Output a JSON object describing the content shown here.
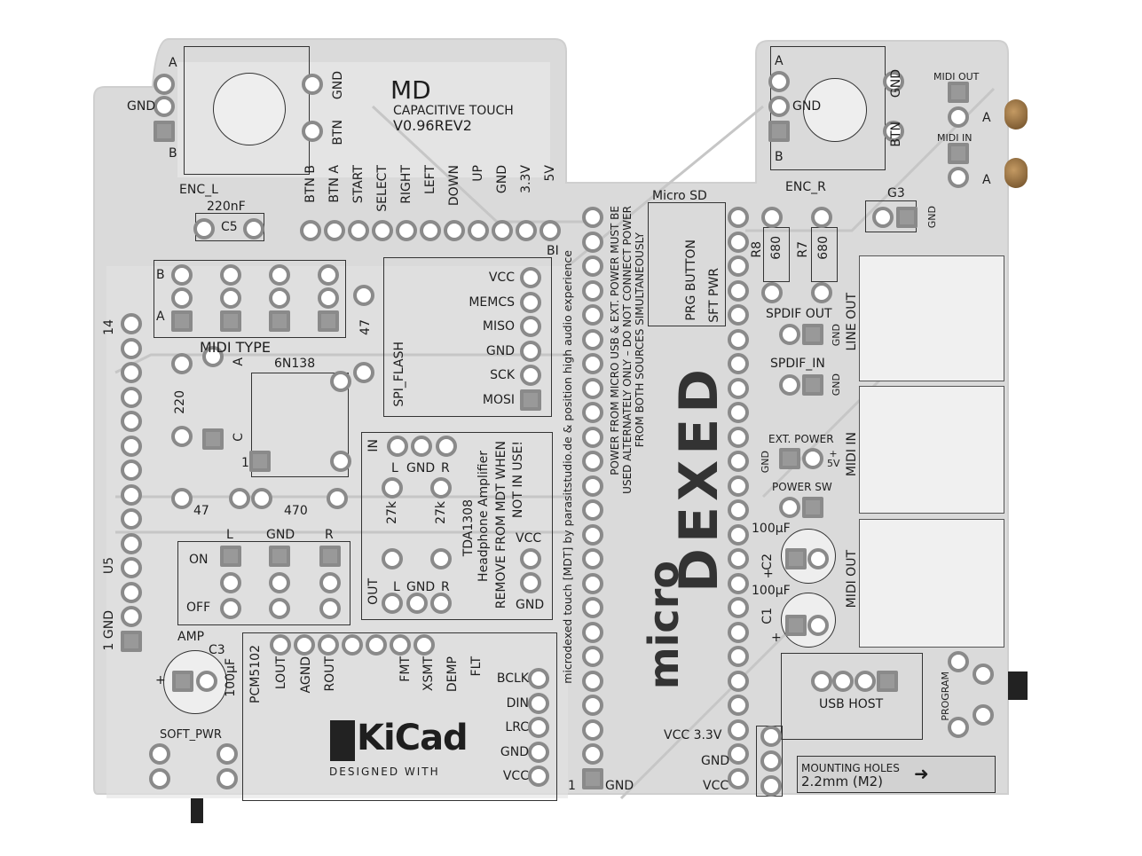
{
  "title": {
    "name": "MD",
    "subtitle": "CAPACITIVE TOUCH",
    "version": "V0.96REV2"
  },
  "enc_left": {
    "name": "ENC_L",
    "a": "A",
    "gnd": "GND",
    "b": "B",
    "gnd2": "GND",
    "btn": "BTN"
  },
  "enc_right": {
    "name": "ENC_R",
    "a": "A",
    "gnd": "GND",
    "b": "B",
    "gnd2": "GND",
    "btn": "BTN"
  },
  "c5": {
    "value": "220nF",
    "ref": "C5"
  },
  "header_pins": [
    "BTN B",
    "BTN A",
    "START",
    "SELECT",
    "RIGHT",
    "LEFT",
    "DOWN",
    "UP",
    "GND",
    "3.3V",
    "5V"
  ],
  "bi": "BI",
  "spi_flash": {
    "title": "SPI_FLASH",
    "pins": [
      "VCC",
      "MEMCS",
      "MISO",
      "GND",
      "SCK",
      "MOSI"
    ]
  },
  "midi_type": {
    "title": "MIDI TYPE",
    "b": "B",
    "a": "A"
  },
  "optocoupler": {
    "name": "6N138",
    "a": "A",
    "c": "C",
    "pin1": "1"
  },
  "resistors": {
    "r220": "220",
    "r47v": "47",
    "r47h": "47",
    "r470": "470",
    "r27k_l": "27k",
    "r27k_r": "27k",
    "r8": "R8",
    "r8v": "680",
    "r7": "R7",
    "r7v": "680"
  },
  "u5": {
    "ref": "U5",
    "pin14": "14",
    "pin1": "1 GND"
  },
  "amp_switch": {
    "l": "L",
    "gnd": "GND",
    "r": "R",
    "on": "ON",
    "off": "OFF",
    "amp": "AMP"
  },
  "c3": {
    "ref": "C3",
    "value": "100µF",
    "plus": "+"
  },
  "soft_pwr": "SOFT_PWR",
  "pcm": {
    "name": "PCM5102",
    "top": [
      "LOUT",
      "AGND",
      "ROUT",
      "FMT",
      "XSMT",
      "DEMP",
      "FLT"
    ],
    "side": [
      "BCLK",
      "DIN",
      "LRC",
      "GND",
      "VCC"
    ]
  },
  "kicad": {
    "logo": "KiCad",
    "tag": "DESIGNED WITH"
  },
  "tda": {
    "in": "IN",
    "out": "OUT",
    "l": "L",
    "gnd": "GND",
    "r": "R",
    "l2": "L",
    "gnd2": "GND",
    "r2": "R",
    "name": "TDA1308",
    "desc": "Headphone Amplifier",
    "note1": "REMOVE FROM MDT WHEN",
    "note2": "NOT IN USE!",
    "vcc": "VCC",
    "gnd3": "GND"
  },
  "credit": "microdexed touch [MDT] by parasitstudio.de & position high audio experience",
  "power_warning": [
    "POWER FROM MICRO USB & EXT. POWER MUST BE",
    "USED ALTERNATELY ONLY – DO NOT CONNECT POWER",
    "FROM BOTH SOURCES SIMULTANEOUSLY"
  ],
  "teensy": {
    "pin1": "1",
    "gnd": "GND",
    "vcc33": "VCC 3.3V",
    "gnd2": "GND",
    "vcc": "VCC"
  },
  "logo": {
    "micro": "micro",
    "dexed": "DEXED"
  },
  "micro_sd": "Micro SD",
  "prg_button": "PRG BUTTON",
  "sft_pwr": "SFT PWR",
  "g3": {
    "ref": "G3",
    "gnd": "GND"
  },
  "spdif": {
    "out": "SPDIF OUT",
    "in": "SPDIF_IN",
    "gnd1": "GND",
    "gnd2": "GND"
  },
  "ext_power": {
    "title": "EXT. POWER",
    "gnd": "GND",
    "plus5v": "+ 5V"
  },
  "power_sw": "POWER SW",
  "c2": {
    "value": "100µF",
    "ref": "C2",
    "plus": "+"
  },
  "c1": {
    "value": "100µF",
    "ref": "C1",
    "plus": "+"
  },
  "jacks": {
    "line_out": "LINE OUT",
    "midi_in": "MIDI IN",
    "midi_out": "MIDI OUT"
  },
  "midi_leds": {
    "out": "MIDI OUT",
    "in": "MIDI IN",
    "a1": "A",
    "a2": "A"
  },
  "usb_host": "USB HOST",
  "program": "PROGRAM",
  "mounting": {
    "line1": "MOUNTING HOLES",
    "line2": "2.2mm (M2)"
  }
}
